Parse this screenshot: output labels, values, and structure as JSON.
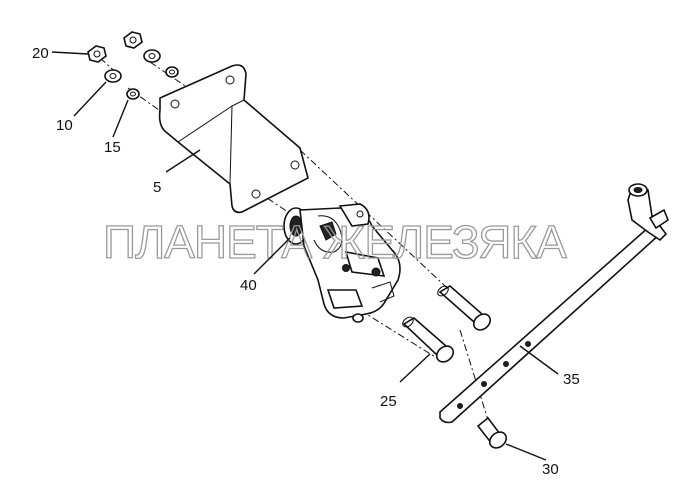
{
  "watermark": "ПЛАНЕТА ЖЕЛЕЗЯКА",
  "callouts": [
    "20",
    "10",
    "15",
    "5",
    "40",
    "25",
    "35",
    "30"
  ],
  "colors": {
    "line": "#111111",
    "watermark": "#9a9a9a",
    "background": "#ffffff"
  }
}
